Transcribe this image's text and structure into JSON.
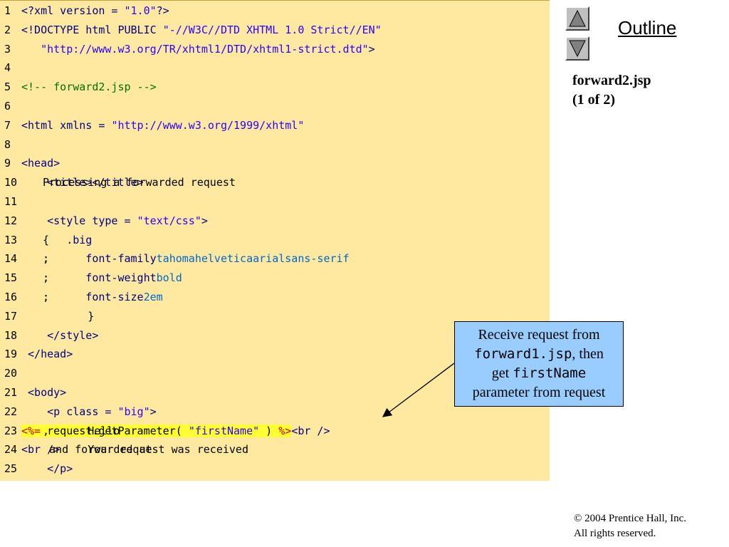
{
  "nav": {
    "outline_label": "Outline"
  },
  "slide": {
    "title_line1": "forward2.jsp",
    "title_line2": "(1 of 2)"
  },
  "code_lines": [
    {
      "n": "1",
      "segments": [
        [
          "tag",
          "<?xml version = "
        ],
        [
          "str",
          "\"1.0\""
        ],
        [
          "tag",
          "?>"
        ]
      ]
    },
    {
      "n": "2",
      "segments": [
        [
          "tag",
          "<!DOCTYPE html PUBLIC "
        ],
        [
          "str",
          "\"-//W3C//DTD XHTML 1.0 Strict//EN\""
        ]
      ]
    },
    {
      "n": "3",
      "segments": [
        [
          "str",
          "   \"http://www.w3.org/TR/xhtml1/DTD/xhtml1-strict.dtd\""
        ],
        [
          "tag",
          ">"
        ]
      ]
    },
    {
      "n": "4",
      "segments": []
    },
    {
      "n": "5",
      "segments": [
        [
          "com",
          "<!-- forward2.jsp -->"
        ]
      ]
    },
    {
      "n": "6",
      "segments": []
    },
    {
      "n": "7",
      "segments": [
        [
          "tag",
          "<html xmlns = "
        ],
        [
          "str",
          "\"http://www.w3.org/1999/xhtml\""
        ]
      ]
    },
    {
      "n": "8",
      "segments": []
    },
    {
      "n": "9",
      "segments": [
        [
          "tag",
          "<head>"
        ]
      ]
    },
    {
      "n": "10",
      "segments": [
        [
          "tag",
          "    <title>"
        ],
        [
          "txt",
          "Processing a forwarded request"
        ],
        [
          "tag",
          "</title>"
        ]
      ]
    },
    {
      "n": "11",
      "segments": []
    },
    {
      "n": "12",
      "segments": [
        [
          "tag",
          "    <style type = "
        ],
        [
          "str",
          "\"text/css\""
        ],
        [
          "tag",
          ">"
        ]
      ]
    },
    {
      "n": "13",
      "segments": [
        [
          "attr",
          "       .big "
        ],
        [
          "txt",
          "{"
        ]
      ]
    },
    {
      "n": "14",
      "segments": [
        [
          "attr",
          "          font-family"
        ],
        [
          "txt",
          ": "
        ],
        [
          "val",
          "tahoma"
        ],
        [
          "txt",
          ", "
        ],
        [
          "val",
          "helvetica"
        ],
        [
          "txt",
          ", "
        ],
        [
          "val",
          "arial"
        ],
        [
          "txt",
          ", "
        ],
        [
          "val",
          "sans-serif"
        ],
        [
          "txt",
          ";"
        ]
      ]
    },
    {
      "n": "15",
      "segments": [
        [
          "attr",
          "          font-weight"
        ],
        [
          "txt",
          ": "
        ],
        [
          "val",
          "bold"
        ],
        [
          "txt",
          ";"
        ]
      ]
    },
    {
      "n": "16",
      "segments": [
        [
          "attr",
          "          font-size"
        ],
        [
          "txt",
          ": "
        ],
        [
          "val",
          "2em"
        ],
        [
          "txt",
          ";"
        ]
      ]
    },
    {
      "n": "17",
      "segments": [
        [
          "txt",
          "       }"
        ]
      ]
    },
    {
      "n": "18",
      "segments": [
        [
          "tag",
          "    </style>"
        ]
      ]
    },
    {
      "n": "19",
      "segments": [
        [
          "tag",
          " </head>"
        ]
      ]
    },
    {
      "n": "20",
      "segments": []
    },
    {
      "n": "21",
      "segments": [
        [
          "tag",
          " <body>"
        ]
      ]
    },
    {
      "n": "22",
      "segments": [
        [
          "tag",
          "    <p class = "
        ],
        [
          "str",
          "\"big\""
        ],
        [
          "tag",
          ">"
        ]
      ]
    },
    {
      "n": "23",
      "segments": [
        [
          "txt",
          "       Hello "
        ],
        [
          "scr",
          "<%="
        ],
        [
          "scr-txt",
          " request.getParameter( "
        ],
        [
          "scr-str",
          "\"firstName\""
        ],
        [
          "scr-txt",
          " ) "
        ],
        [
          "scr",
          "%>"
        ],
        [
          "txt",
          ", "
        ],
        [
          "tag",
          "<br />"
        ]
      ]
    },
    {
      "n": "24",
      "segments": [
        [
          "txt",
          "       Your request was received "
        ],
        [
          "tag",
          "<br />"
        ],
        [
          "txt",
          " and forwarded at"
        ]
      ]
    },
    {
      "n": "25",
      "segments": [
        [
          "tag",
          "    </p>"
        ]
      ]
    }
  ],
  "callout": {
    "line1": "Receive request from",
    "code1": "forward1.jsp",
    "after_code1": ", then",
    "get": "get ",
    "code2": "firstName",
    "line4": "parameter from request"
  },
  "footer": {
    "copyright_line1": "© 2004 Prentice Hall, Inc.",
    "copyright_line2": "All rights reserved."
  },
  "colors": {
    "code_bg": "#FFE9A1",
    "callout_bg": "#99CCFF",
    "highlight": "#FFFF33"
  },
  "icons": {
    "up": "triangle-up-icon",
    "down": "triangle-down-icon"
  }
}
